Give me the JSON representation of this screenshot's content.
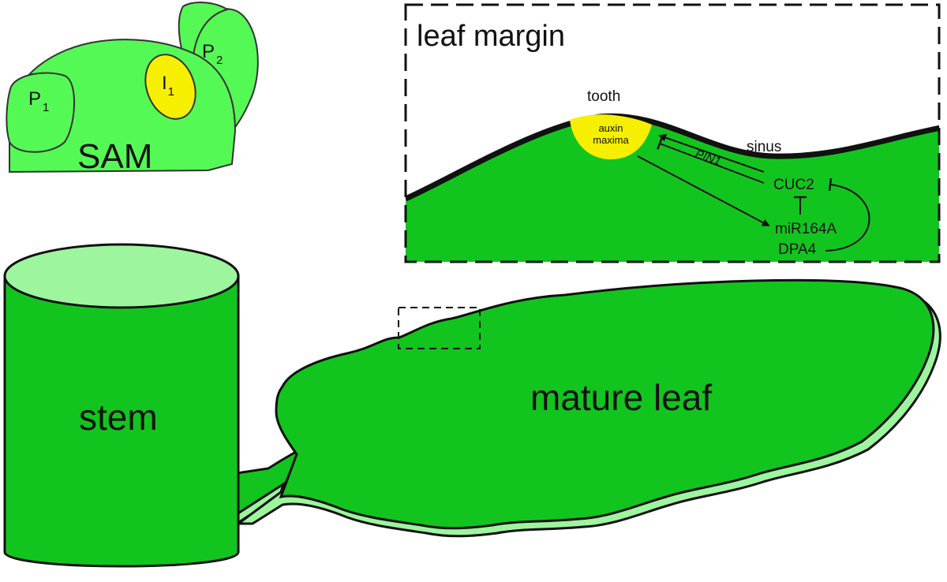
{
  "colors": {
    "bright_green": "#55f955",
    "dark_green": "#12c51e",
    "light_green": "#9df59d",
    "auxin_yellow": "#f7ef00",
    "outline": "#111111"
  },
  "sam": {
    "label": "SAM",
    "primordium_1_letter": "P",
    "primordium_1_sub": "1",
    "primordium_2_letter": "P",
    "primordium_2_sub": "2",
    "initium_letter": "I",
    "initium_sub": "1"
  },
  "stem": {
    "label": "stem"
  },
  "leaf": {
    "label": "mature leaf"
  },
  "inset": {
    "title": "leaf margin",
    "tooth_label": "tooth",
    "sinus_label": "sinus",
    "auxin_line1": "auxin",
    "auxin_line2": "maxima",
    "pin1_label": "PIN1",
    "cuc2_label": "CUC2",
    "mir_label": "miR164A",
    "dpa4_label": "DPA4"
  }
}
